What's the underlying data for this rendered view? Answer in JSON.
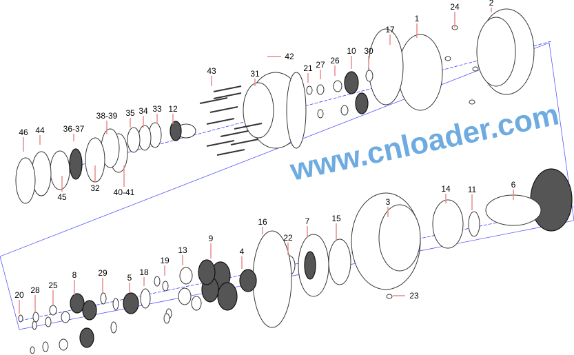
{
  "diagram": {
    "title": "Exploded view of final drive / planetary reduction assembly",
    "watermark": "www.cnloader.com",
    "callouts": [
      "24",
      "2",
      "1",
      "17",
      "42",
      "10",
      "30",
      "26",
      "27",
      "21",
      "31",
      "43",
      "38-39",
      "35",
      "34",
      "33",
      "12",
      "46",
      "44",
      "36-37",
      "32",
      "40-41",
      "45",
      "14",
      "11",
      "6",
      "3",
      "15",
      "7",
      "22",
      "16",
      "9",
      "13",
      "4",
      "19",
      "18",
      "5",
      "29",
      "8",
      "25",
      "28",
      "20",
      "23"
    ],
    "colors": {
      "leader": "#e88a8a",
      "axis": "#3a3aff",
      "watermark": "#3d8fd6"
    }
  }
}
